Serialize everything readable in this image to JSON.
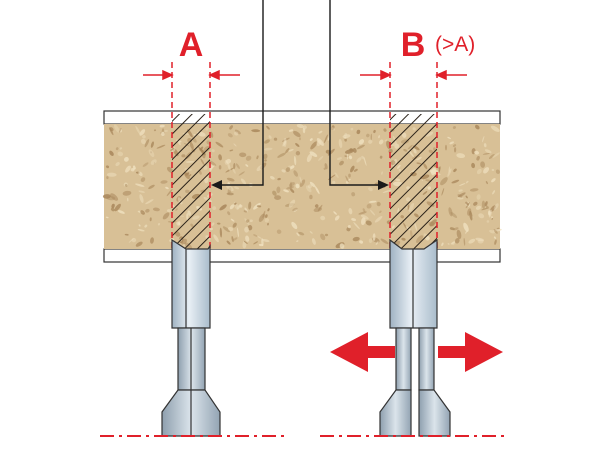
{
  "labels": {
    "a": "A",
    "b": "B",
    "b_note": "(>A)"
  },
  "colors": {
    "accent_red": "#e0202a",
    "board_fill": "#d8c096",
    "board_speckle_dark": "#a8865a",
    "board_speckle_light": "#efe0bf",
    "line_dark": "#1a1a1a",
    "tool_fill": "#c9d7e2"
  },
  "icons": {
    "movement": "double-headed-arrow-icon"
  }
}
